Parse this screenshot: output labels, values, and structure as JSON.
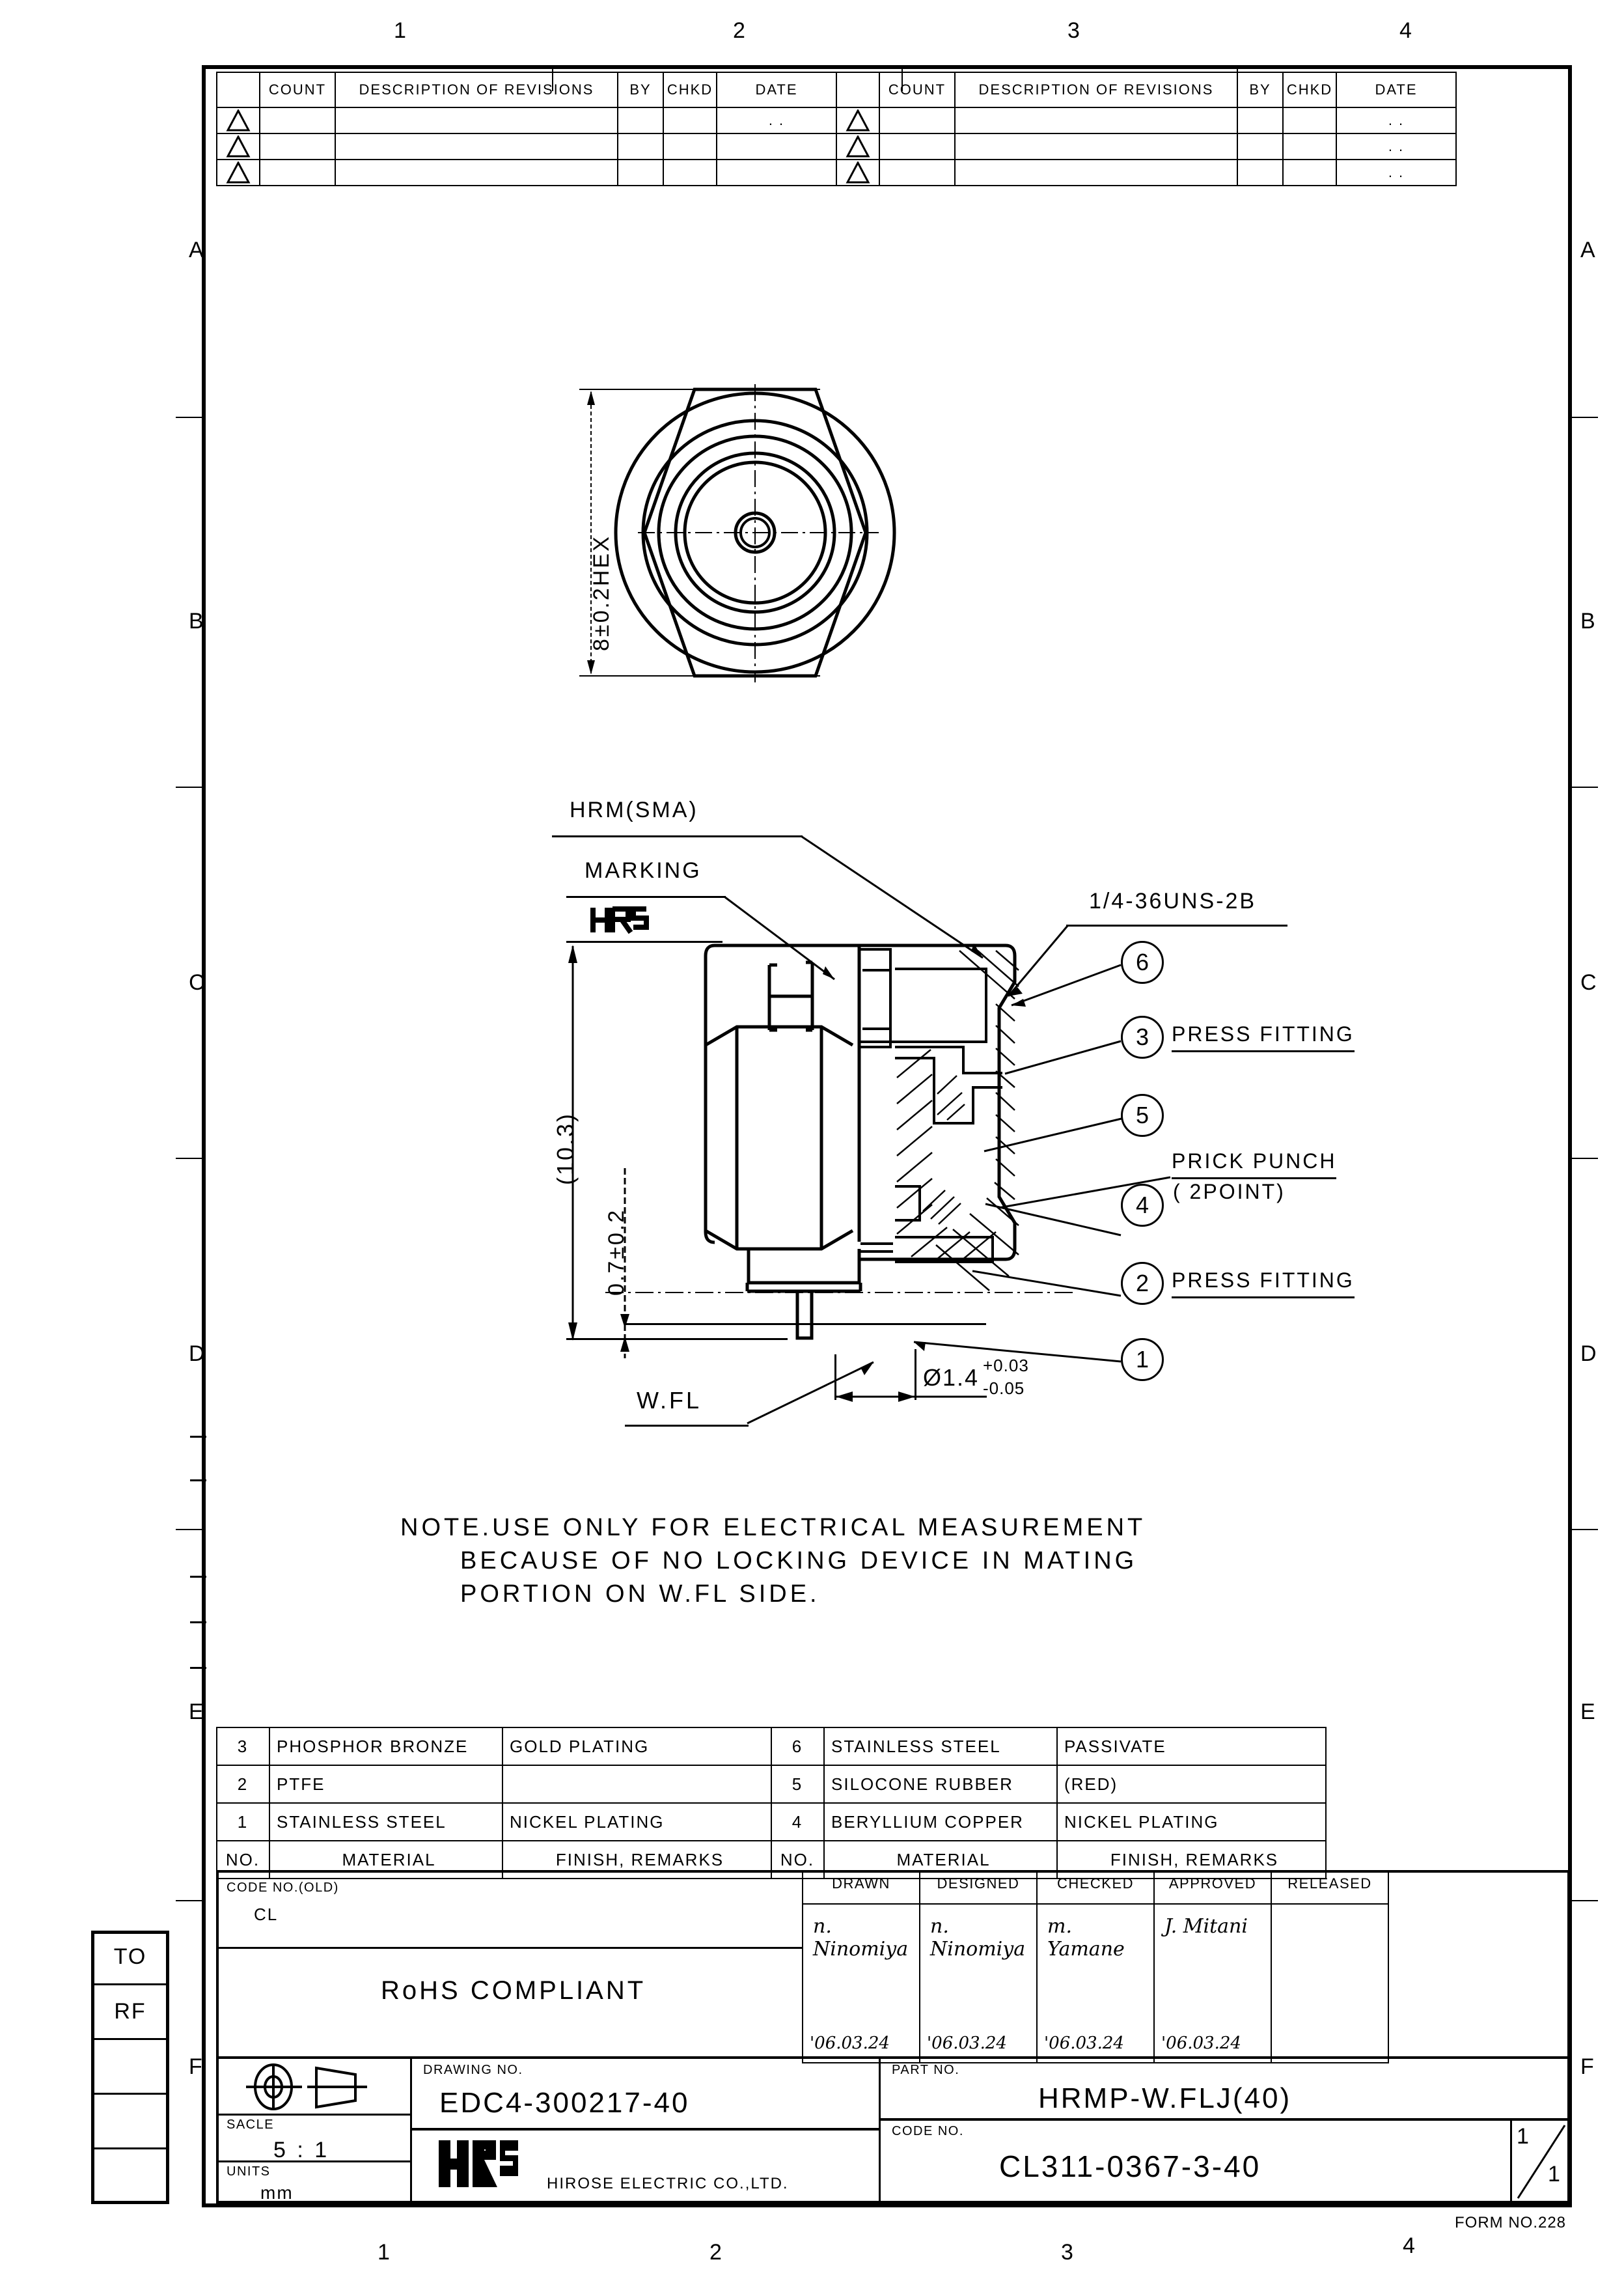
{
  "sheet": {
    "zone_columns": [
      "1",
      "2",
      "3",
      "4"
    ],
    "zone_rows": [
      "A",
      "B",
      "C",
      "D",
      "E",
      "F"
    ],
    "form_no": "FORM NO.228"
  },
  "revision_table": {
    "headers_left": [
      "COUNT",
      "DESCRIPTION OF REVISIONS",
      "BY",
      "CHKD",
      "DATE"
    ],
    "headers_right": [
      "COUNT",
      "DESCRIPTION OF REVISIONS",
      "BY",
      "CHKD",
      "DATE"
    ],
    "rows": [
      {
        "left_date": ". .",
        "right_date": ". ."
      },
      {
        "left_date": "",
        "right_date": ". ."
      },
      {
        "left_date": "",
        "right_date": ". ."
      }
    ]
  },
  "drawing": {
    "top_view": {
      "dimension_label": "8±0.2HEX"
    },
    "section_view": {
      "leader_hrm": "HRM(SMA)",
      "leader_marking": "MARKING",
      "marking_logo": "HRS",
      "thread_callout": "1/4-36UNS-2B",
      "dim_overall": "(10.3)",
      "dim_step": "0.7±0.2",
      "leader_wfl": "W.FL",
      "dim_diameter": "Ø1.4",
      "dim_diameter_tol_upper": "+0.03",
      "dim_diameter_tol_lower": "-0.05",
      "prick_punch_line1": "PRICK PUNCH",
      "prick_punch_line2": "( 2POINT)",
      "balloons": [
        {
          "id": "6",
          "note": ""
        },
        {
          "id": "3",
          "note": "PRESS FITTING"
        },
        {
          "id": "5",
          "note": ""
        },
        {
          "id": "4",
          "note": ""
        },
        {
          "id": "2",
          "note": "PRESS FITTING"
        },
        {
          "id": "1",
          "note": ""
        }
      ]
    },
    "note": [
      "NOTE.USE ONLY FOR ELECTRICAL MEASUREMENT",
      "BECAUSE OF NO LOCKING DEVICE IN MATING",
      "PORTION ON W.FL SIDE."
    ]
  },
  "materials": {
    "headers": [
      "NO.",
      "MATERIAL",
      "FINISH, REMARKS",
      "NO.",
      "MATERIAL",
      "FINISH, REMARKS"
    ],
    "rows": [
      {
        "no_l": "3",
        "mat_l": "PHOSPHOR BRONZE",
        "fin_l": "GOLD PLATING",
        "no_r": "6",
        "mat_r": "STAINLESS STEEL",
        "fin_r": "PASSIVATE"
      },
      {
        "no_l": "2",
        "mat_l": "PTFE",
        "fin_l": "",
        "no_r": "5",
        "mat_r": "SILOCONE RUBBER",
        "fin_r": "(RED)"
      },
      {
        "no_l": "1",
        "mat_l": "STAINLESS STEEL",
        "fin_l": "NICKEL PLATING",
        "no_r": "4",
        "mat_r": "BERYLLIUM COPPER",
        "fin_r": "NICKEL PLATING"
      }
    ]
  },
  "title_block": {
    "code_no_old_label": "CODE NO.(OLD)",
    "code_no_old_value": "CL",
    "rohs": "RoHS COMPLIANT",
    "approval_headers": [
      "DRAWN",
      "DESIGNED",
      "CHECKED",
      "APPROVED",
      "RELEASED"
    ],
    "approvals": [
      {
        "role": "DRAWN",
        "name": "n.\nNinomiya",
        "date": "'06.03.24"
      },
      {
        "role": "DESIGNED",
        "name": "n.\nNinomiya",
        "date": "'06.03.24"
      },
      {
        "role": "CHECKED",
        "name": "m.\nYamane",
        "date": "'06.03.24"
      },
      {
        "role": "APPROVED",
        "name": "J. Mitani",
        "date": "'06.03.24"
      },
      {
        "role": "RELEASED",
        "name": "",
        "date": ""
      }
    ],
    "scale_label": "SACLE",
    "scale_value": "5 : 1",
    "units_label": "UNITS",
    "units_value": "mm",
    "drawing_no_label": "DRAWING NO.",
    "drawing_no_value": "EDC4-300217-40",
    "part_no_label": "PART NO.",
    "part_no_value": "HRMP-W.FLJ(40)",
    "code_no_label": "CODE NO.",
    "code_no_value": "CL311-0367-3-40",
    "sheet_page": "1",
    "sheet_total": "1",
    "company_logo": "HRS",
    "company_name": "HIROSE ELECTRIC CO.,LTD."
  },
  "side_tabs": {
    "items": [
      "TO",
      "RF",
      "",
      "",
      ""
    ]
  }
}
